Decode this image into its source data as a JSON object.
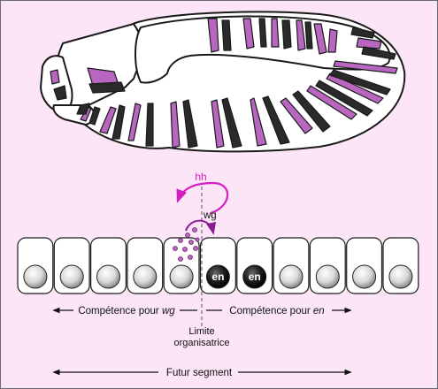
{
  "labels": {
    "hh": "hh",
    "wg": "wg",
    "competence_wg_prefix": "Compétence pour ",
    "competence_wg_gene": "wg",
    "competence_en_prefix": "Compétence pour ",
    "competence_en_gene": "en",
    "limite_line1": "Limite",
    "limite_line2": "organisatrice",
    "futur_segment": "Futur segment"
  },
  "cells": [
    {
      "nucleus": "plain"
    },
    {
      "nucleus": "plain"
    },
    {
      "nucleus": "plain"
    },
    {
      "nucleus": "plain"
    },
    {
      "nucleus": "plain"
    },
    {
      "nucleus": "en",
      "label": "en"
    },
    {
      "nucleus": "en",
      "label": "en"
    },
    {
      "nucleus": "plain"
    },
    {
      "nucleus": "plain"
    },
    {
      "nucleus": "plain"
    },
    {
      "nucleus": "plain"
    }
  ],
  "colors": {
    "background": "#fbe5f6",
    "stripe_purple": "#b866bf",
    "stripe_dark": "#2a2a2a",
    "hh_magenta": "#d61fc0",
    "wg_purple": "#8a1c94"
  }
}
